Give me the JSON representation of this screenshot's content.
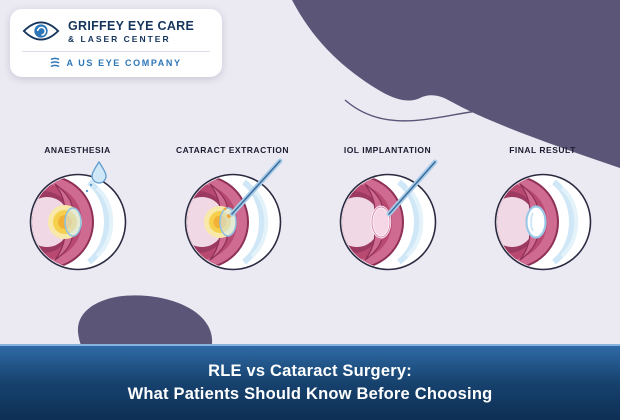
{
  "logo": {
    "brand_line1": "GRIFFEY EYE CARE",
    "brand_line2": "& LASER CENTER",
    "company": "A US EYE COMPANY"
  },
  "stages": [
    {
      "label": "ANAESTHESIA",
      "icon": "eye-anaesthesia-diagram"
    },
    {
      "label": "CATARACT EXTRACTION",
      "icon": "eye-extraction-diagram"
    },
    {
      "label": "IOL IMPLANTATION",
      "icon": "eye-iol-diagram"
    },
    {
      "label": "FINAL RESULT",
      "icon": "eye-final-result-diagram"
    }
  ],
  "banner": {
    "line1": "RLE vs Cataract Surgery:",
    "line2": "What Patients Should Know Before Choosing"
  },
  "icons": {
    "logo_eye": "eye-logo-icon",
    "company_mark": "us-eye-waves-icon",
    "stage1_extra": "anaesthetic-droplet-icon",
    "stage2_extra": "phaco-instrument-icon",
    "stage3_extra": "iol-injector-icon"
  },
  "colors": {
    "background": "#ebeaf3",
    "wave_purple": "#5b5678",
    "banner_gradient_top": "#2f6aa6",
    "banner_gradient_bottom": "#0e2f55",
    "brand_navy": "#16355d",
    "brand_blue": "#2d76b8",
    "eye_pink": "#cf6b91",
    "eye_magenta": "#8e2f55",
    "cataract_yellow": "#f6cf4d",
    "lens_blue": "#9cc8e8"
  }
}
